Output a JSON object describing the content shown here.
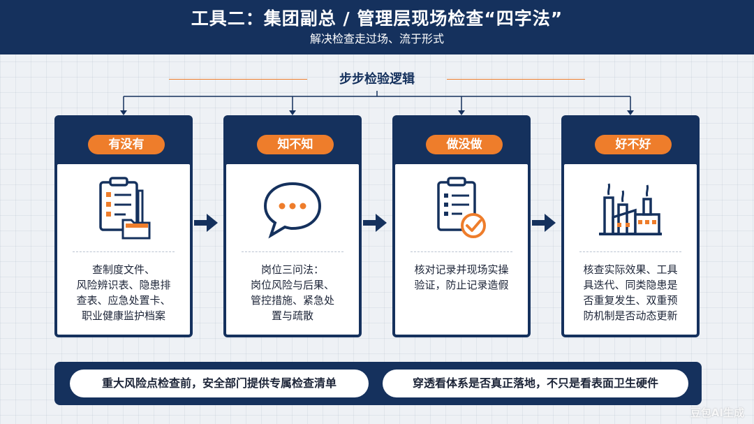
{
  "header": {
    "title": "工具二：集团副总 / 管理层现场检查“四字法”",
    "subtitle": "解决检查走过场、流于形式"
  },
  "logic": {
    "label": "步步检验逻辑"
  },
  "cards": [
    {
      "pill": "有没有",
      "icon": "document-checklist-folder-icon",
      "text": "查制度文件、\n风险辨识表、隐患排\n查表、应急处置卡、\n职业健康监护档案"
    },
    {
      "pill": "知不知",
      "icon": "speech-bubble-icon",
      "text": "岗位三问法：\n岗位风险与后果、\n管控措施、紧急处\n置与疏散"
    },
    {
      "pill": "做没做",
      "icon": "clipboard-checkmark-icon",
      "text": "核对记录并现场实操\n验证，防止记录造假"
    },
    {
      "pill": "好不好",
      "icon": "factory-icon",
      "text": "核查实际效果、工具\n具迭代、同类隐患是\n否重复发生、双重预\n防机制是否动态更新"
    }
  ],
  "bottom": {
    "left": "重大风险点检查前，安全部门提供专属检查清单",
    "right": "穿透看体系是否真正落地，不只是看表面卫生硬件"
  },
  "watermark": "豆包AI生成",
  "colors": {
    "navy": "#15315d",
    "orange": "#ee7d2b",
    "white": "#ffffff"
  }
}
